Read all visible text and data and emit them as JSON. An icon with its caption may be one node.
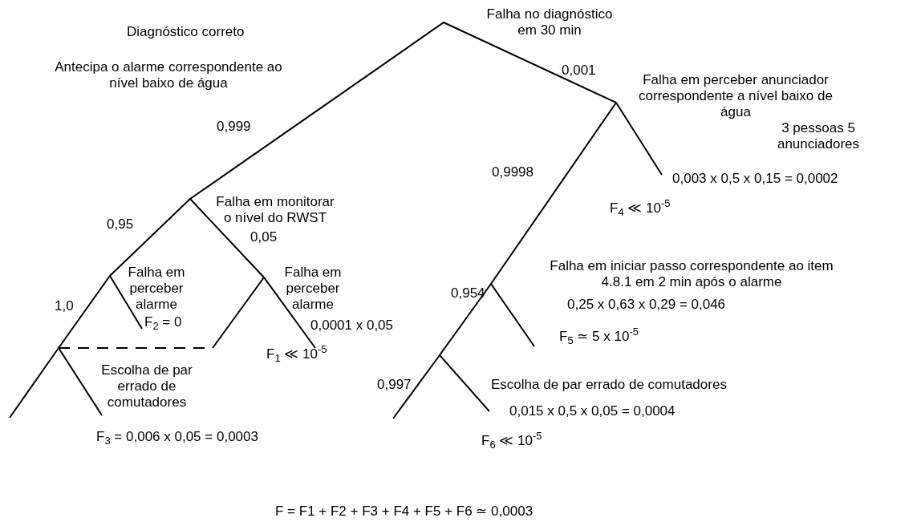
{
  "diagram": {
    "caption": "F = F1 + F2 + F3 + F4 + F5 + F6 ≃ 0,0003",
    "labels": [
      "Diagnóstico correto",
      "Falha no diagnóstico em 30 min",
      "Antecipa o alarme correspondente ao nível baixo de água",
      "0,001",
      "Falha em perceber anunciador correspondente a nível baixo de água",
      "3 pessoas 5 anunciadores",
      "0,999",
      "0,9998",
      "0,003 x 0,5 x 0,15 = 0,0002",
      "Falha em monitorar o nível do RWST",
      "0,95",
      "F$_{4}$ ≪ 10$^{-5}$",
      "0,05",
      "Falha em perceber alarme",
      "Falha em perceber alarme",
      "Falha em iniciar passo correspondente ao item 4.8.1 em 2 min após o alarme",
      "1,0",
      "0,954",
      "0,25 x 0,63 x 0,29 = 0,046",
      "F$_{2}$ = 0",
      "0,0001 x 0,05",
      "F$_{5}$ ≃ 5 x 10$^{-5}$",
      "F$_{1}$ ≪ 10$^{-5}$",
      "Escolha de par errado de comutadores",
      "0,997",
      "Escolha de par errado de comutadores",
      "0,015 x 0,5 x 0,05 = 0,0004",
      "F$_{3}$ = 0,006 x 0,05 = 0,0003",
      "F$_{6}$ ≪ 10$^{-5}$"
    ]
  }
}
